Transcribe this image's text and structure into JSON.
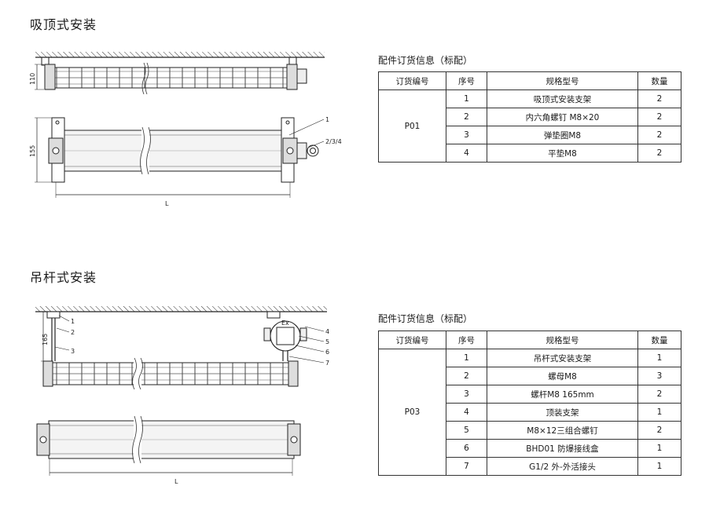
{
  "section1": {
    "title": "吸顶式安装",
    "caption": "配件订货信息（标配）",
    "headers": [
      "订货编号",
      "序号",
      "规格型号",
      "数量"
    ],
    "code": "P01",
    "rows": [
      {
        "no": "1",
        "spec": "吸顶式安装支架",
        "qty": "2"
      },
      {
        "no": "2",
        "spec": "内六角螺钉  M8×20",
        "qty": "2"
      },
      {
        "no": "3",
        "spec": "弹垫圈M8",
        "qty": "2"
      },
      {
        "no": "4",
        "spec": "平垫M8",
        "qty": "2"
      }
    ],
    "drawing": {
      "dim_height_top": "110",
      "dim_height_bottom": "155",
      "dim_length": "L",
      "callout_1": "1",
      "callout_2": "2/3/4"
    }
  },
  "section2": {
    "title": "吊杆式安装",
    "caption": "配件订货信息（标配）",
    "headers": [
      "订货编号",
      "序号",
      "规格型号",
      "数量"
    ],
    "code": "P03",
    "rows": [
      {
        "no": "1",
        "spec": "吊杆式安装支架",
        "qty": "1"
      },
      {
        "no": "2",
        "spec": "螺母M8",
        "qty": "3"
      },
      {
        "no": "3",
        "spec": "螺杆M8 165mm",
        "qty": "2"
      },
      {
        "no": "4",
        "spec": "顶装支架",
        "qty": "1"
      },
      {
        "no": "5",
        "spec": "M8×12三组合螺钉",
        "qty": "2"
      },
      {
        "no": "6",
        "spec": "BHD01 防爆接线盒",
        "qty": "1"
      },
      {
        "no": "7",
        "spec": "G1/2 外-外活接头",
        "qty": "1"
      }
    ],
    "drawing": {
      "dim_rod": "165",
      "dim_length": "L",
      "callouts_left": [
        "1",
        "2",
        "3"
      ],
      "callouts_right": [
        "4",
        "5",
        "6",
        "7"
      ],
      "box_mark": "Ex"
    }
  }
}
